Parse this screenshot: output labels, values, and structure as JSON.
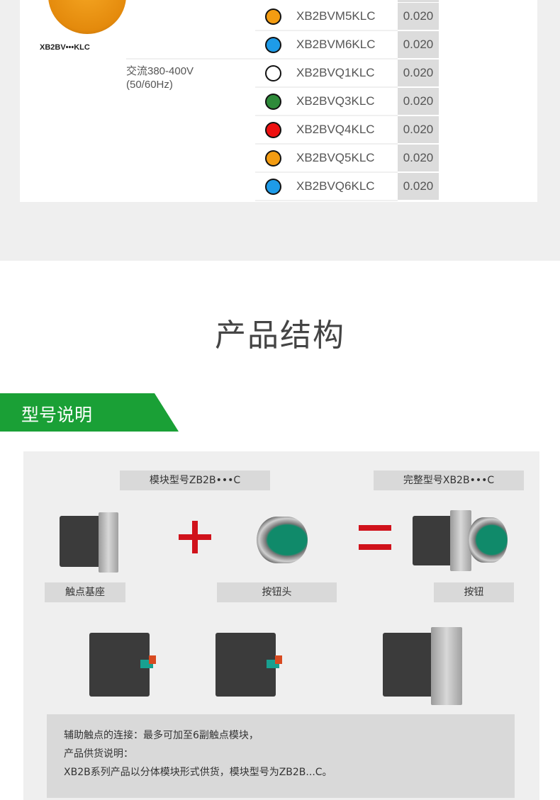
{
  "product": {
    "caption": "XB2BV•••KLC",
    "voltage_line1": "交流380-400V",
    "voltage_line2": "(50/60Hz)"
  },
  "rows": [
    {
      "model": "XB2BVM5KLC",
      "value": "0.020",
      "color": "#f39c12"
    },
    {
      "model": "XB2BVM6KLC",
      "value": "0.020",
      "color": "#1e9be8"
    },
    {
      "model": "XB2BVQ1KLC",
      "value": "0.020",
      "color": "#ffffff"
    },
    {
      "model": "XB2BVQ3KLC",
      "value": "0.020",
      "color": "#2e8b3a"
    },
    {
      "model": "XB2BVQ4KLC",
      "value": "0.020",
      "color": "#ee1111"
    },
    {
      "model": "XB2BVQ5KLC",
      "value": "0.020",
      "color": "#f39c12"
    },
    {
      "model": "XB2BVQ6KLC",
      "value": "0.020",
      "color": "#1e9be8"
    }
  ],
  "section_title": "产品结构",
  "banner": "型号说明",
  "labels": {
    "module": "模块型号ZB2B•••C",
    "complete": "完整型号XB2B•••C",
    "base": "触点基座",
    "head": "按钮头",
    "button": "按钮"
  },
  "note": {
    "line1": "辅助触点的连接：最多可加至6副触点模块，",
    "line2": "产品供货说明：",
    "line3": "XB2B系列产品以分体模块形式供货，模块型号为ZB2B...C。"
  }
}
